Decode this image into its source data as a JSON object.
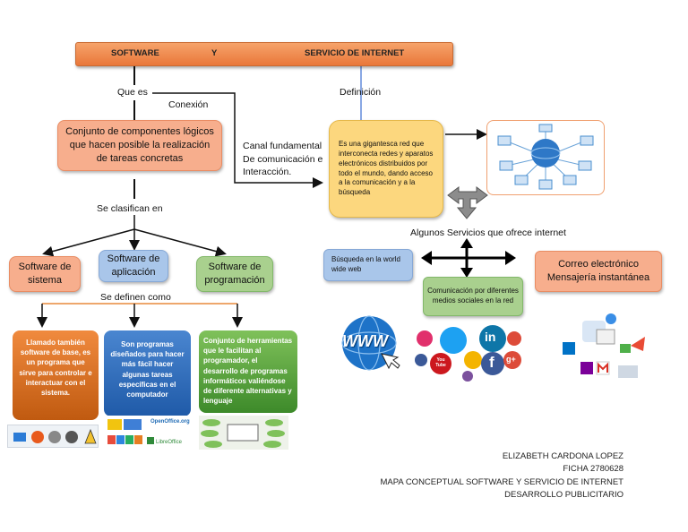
{
  "title": {
    "left": "SOFTWARE",
    "middle": "Y",
    "right": "SERVICIO DE INTERNET"
  },
  "labels": {
    "que_es": "Que es",
    "conexion": "Conexión",
    "definicion": "Definición",
    "canal": "Canal fundamental De comunicación e Interacción.",
    "se_clasifican": "Se clasifican en",
    "se_definen": "Se definen como",
    "servicios": "Algunos Servicios que ofrece internet"
  },
  "software": {
    "definition": "Conjunto de componentes lógicos que hacen posible la realización de tareas concretas",
    "categories": [
      {
        "name": "Software de sistema",
        "description": "Llamado también software de base, es un programa que sirve para controlar e interactuar con el sistema."
      },
      {
        "name": "Software de aplicación",
        "description": "Son programas diseñados para hacer más fácil hacer algunas tareas específicas en el computador"
      },
      {
        "name": "Software de programación",
        "description": "Conjunto de herramientas que le facilitan al programador, el desarrollo de programas informáticos valiéndose de diferente alternativas y lenguaje"
      }
    ]
  },
  "internet": {
    "definition": "Es una gigantesca red que interconecta redes y aparatos electrónicos distribuidos por todo el mundo, dando acceso a la comunicación y a la búsqueda",
    "services": {
      "search": "Búsqueda en la world wide web",
      "social": "Comunicación por diferentes medios sociales en la red",
      "mail": "Correo electrónico Mensajería instantánea"
    }
  },
  "logos": {
    "www": "WWW",
    "social_icons": [
      "in",
      "f",
      "g+",
      "You Tube"
    ],
    "app_logos": [
      "OpenOffice.org",
      "LibreOffice"
    ]
  },
  "footer": [
    "ELIZABETH CARDONA LOPEZ",
    "FICHA  2780628",
    "MAPA CONCEPTUAL SOFTWARE Y SERVICIO DE INTERNET",
    "DESARROLLO PUBLICITARIO"
  ],
  "colors": {
    "orange": "#f7ae8d",
    "blue": "#a9c6ea",
    "green": "#a9d08e",
    "yellow": "#fcd77e",
    "line_blue": "#3b6fd1",
    "line_orange": "#e98a3c"
  }
}
